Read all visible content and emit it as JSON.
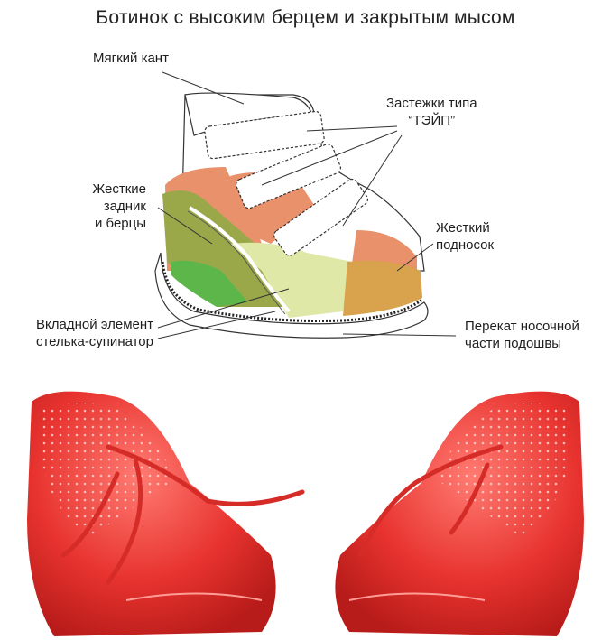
{
  "title": "Ботинок с высоким берцем и закрытым мысом",
  "labels": {
    "soft_edge": "Мягкий кант",
    "fasteners_line1": "Застежки типа",
    "fasteners_line2": "“ТЭЙП”",
    "rigid_back_line1": "Жесткие",
    "rigid_back_line2": "задник",
    "rigid_back_line3": "и берцы",
    "rigid_toe_line1": "Жесткий",
    "rigid_toe_line2": "подносок",
    "insole_line1": "Вкладной элемент",
    "insole_line2": "стелька-супинатор",
    "rocker_line1": "Перекат носочной",
    "rocker_line2": "части подошвы"
  },
  "colors": {
    "orange_zone": "#e9916a",
    "olive_zone": "#9aa84a",
    "green_zone": "#5cb64a",
    "light_green_zone": "#dfe8a6",
    "toe_zone": "#d9a24c",
    "shoe_red": "#e8332f",
    "outline": "#333333"
  }
}
